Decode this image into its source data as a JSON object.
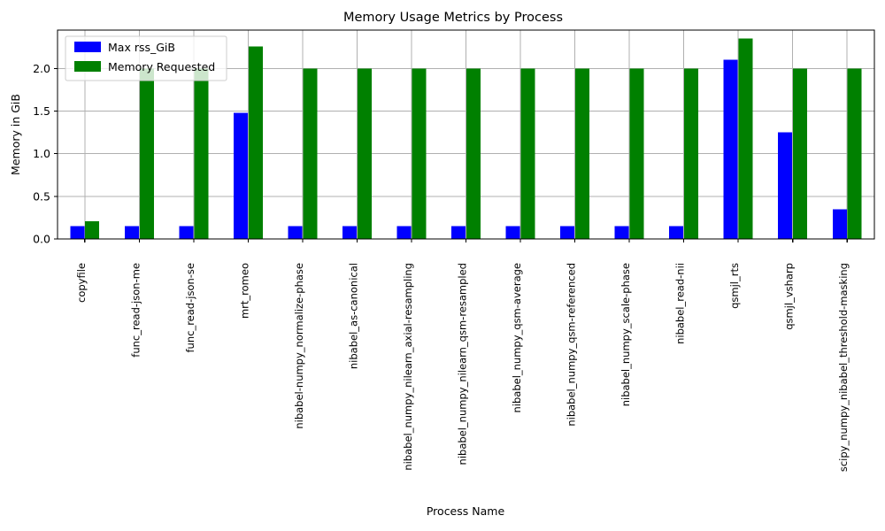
{
  "chart_data": {
    "type": "bar",
    "title": "Memory Usage Metrics by Process",
    "xlabel": "Process Name",
    "ylabel": "Memory in GiB",
    "grid": true,
    "legend_position": "upper left",
    "ylim": [
      0,
      2.45
    ],
    "yticks": [
      0.0,
      0.5,
      1.0,
      1.5,
      2.0
    ],
    "ytick_labels": [
      "0.0",
      "0.5",
      "1.0",
      "1.5",
      "2.0"
    ],
    "xtick_rotation": 90,
    "categories": [
      "copyfile",
      "func_read-json-me",
      "func_read-json-se",
      "mrt_romeo",
      "nibabel-numpy_normalize-phase",
      "nibabel_as-canonical",
      "nibabel_numpy_nilearn_axial-resampling",
      "nibabel_numpy_nilearn_qsm-resampled",
      "nibabel_numpy_qsm-average",
      "nibabel_numpy_qsm-referenced",
      "nibabel_numpy_scale-phase",
      "nibabel_read-nii",
      "qsmjl_rts",
      "qsmjl_vsharp",
      "scipy_numpy_nibabel_threshold-masking"
    ],
    "series": [
      {
        "name": "Max rss_GiB",
        "color": "#0000ff",
        "values": [
          0.15,
          0.15,
          0.15,
          1.48,
          0.15,
          0.15,
          0.15,
          0.15,
          0.15,
          0.15,
          0.15,
          0.15,
          2.1,
          1.25,
          0.35
        ]
      },
      {
        "name": "Memory Requested",
        "color": "#008000",
        "values": [
          0.21,
          2.0,
          2.0,
          2.26,
          2.0,
          2.0,
          2.0,
          2.0,
          2.0,
          2.0,
          2.0,
          2.0,
          2.35,
          2.0,
          2.0
        ]
      }
    ]
  }
}
